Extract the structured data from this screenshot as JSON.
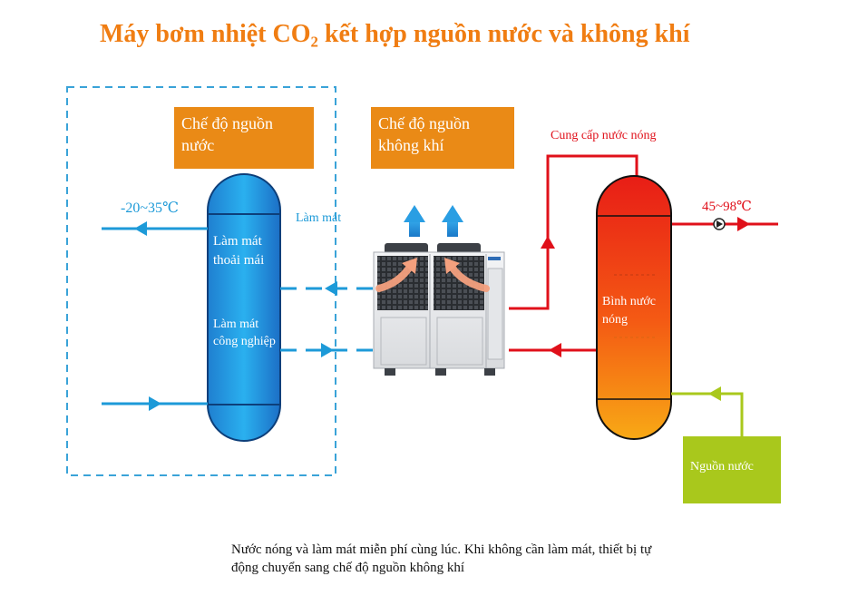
{
  "title": "Máy bơm nhiệt CO₂ kết hợp nguồn nước và không khí",
  "modes": {
    "water_source": "Chế độ nguồn nước",
    "air_source": "Chế độ nguồn không khí"
  },
  "left_tank": {
    "label_cooling_comfort": "Làm mát thoải mái",
    "label_cooling_industrial": "Làm mát công nghiệp",
    "temperature_range": "-20~35℃",
    "cooling_label": "Làm mát"
  },
  "right_tank": {
    "label": "Bình nước nóng",
    "supply_label": "Cung cấp nước nóng",
    "temperature_range": "45~98℃"
  },
  "water_source_box": "Nguồn nước",
  "caption": "Nước nóng và làm mát miễn phí cùng lúc. Khi không cần làm mát, thiết bị tự động chuyển sang chế độ nguồn không khí",
  "colors": {
    "title": "#f07d12",
    "mode_box": "#ea8a16",
    "cold_line": "#1d9ad8",
    "hot_line": "#e0101a",
    "source_line": "#a9c81c",
    "dashed_frame": "#3aa3d8"
  }
}
